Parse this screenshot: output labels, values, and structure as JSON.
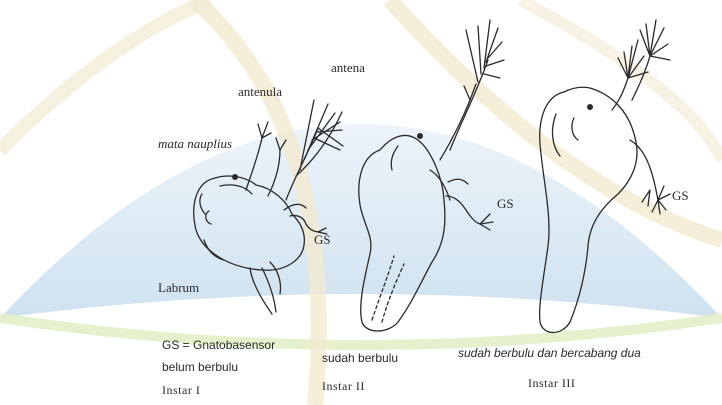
{
  "figure": {
    "labels": {
      "antena": "antena",
      "antenula": "antenula",
      "mata_nauplius": "mata nauplius",
      "gs_stage1": "GS",
      "gs_stage2": "GS",
      "gs_stage3": "GS",
      "labrum": "Labrum"
    },
    "legend": "GS = Gnatobasensor",
    "stages": [
      {
        "description": "belum berbulu",
        "name": "Instar I"
      },
      {
        "description": "sudah berbulu",
        "name": "Instar II"
      },
      {
        "description": "sudah berbulu dan bercabang dua",
        "name": "Instar III"
      }
    ]
  },
  "colors": {
    "background": "#ffffff",
    "sky_top": "#e3eef7",
    "sky_bottom": "#c9dfef",
    "ground": "#e2eec6",
    "arc": "#efe4b0",
    "ink": "#2a2a2a"
  }
}
